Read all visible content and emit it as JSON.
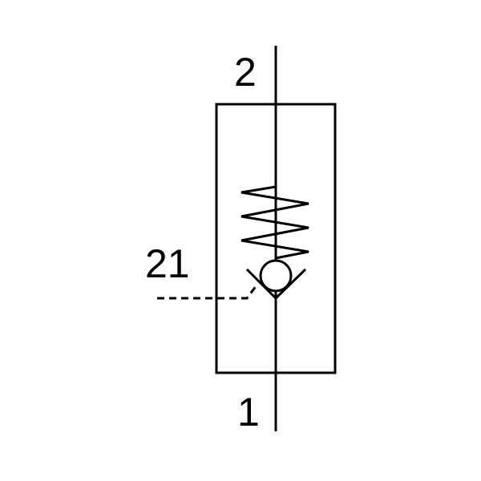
{
  "ports": {
    "outlet": "2",
    "inlet": "1",
    "pilot": "21"
  },
  "colors": {
    "stroke": "#000000",
    "background": "#ffffff"
  },
  "components": [
    "valve-body",
    "main-flow-line",
    "compression-spring",
    "check-ball",
    "valve-seat",
    "pilot-line"
  ]
}
